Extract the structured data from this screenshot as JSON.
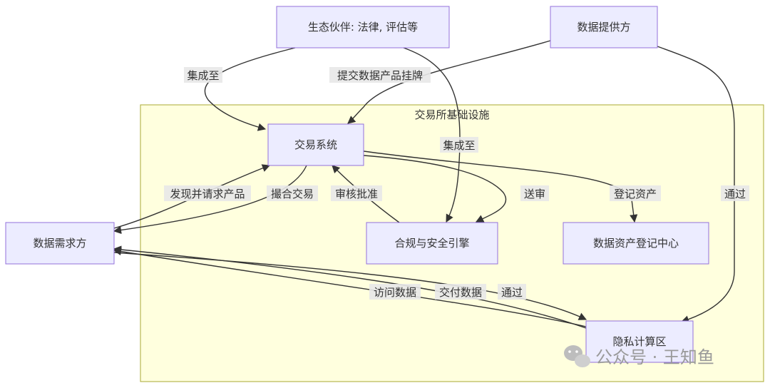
{
  "cluster": {
    "label": "交易所基础设施"
  },
  "nodes": {
    "partner": "生态伙伴: 法律, 评估等",
    "provider": "数据提供方",
    "trade": "交易系统",
    "demand": "数据需求方",
    "compliance": "合规与安全引擎",
    "registry": "数据资产登记中心",
    "privacy": "隐私计算区"
  },
  "edges": {
    "partner_trade": "集成至",
    "partner_compliance": "集成至",
    "provider_trade": "提交数据产品挂牌",
    "provider_privacy": "通过",
    "demand_trade": "发现并请求产品",
    "trade_demand": "撮合交易",
    "compliance_trade": "审核批准",
    "trade_compliance": "送审",
    "trade_registry": "登记资产",
    "privacy_demand_access": "访问数据",
    "privacy_demand_deliver": "交付数据",
    "demand_privacy": "通过"
  },
  "watermark": "公众号 · 王知鱼"
}
